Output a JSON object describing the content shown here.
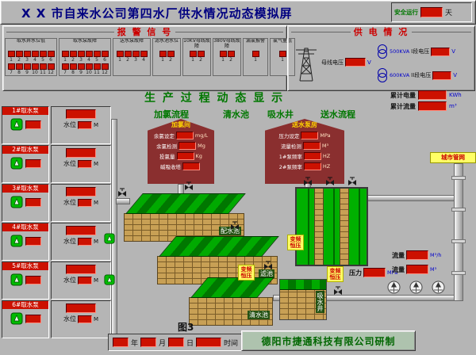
{
  "header": {
    "title": "X X 市自来水公司第四水厂供水情况动态模拟屏",
    "safety_label": "安全运行",
    "safety_value": "",
    "safety_unit": "天"
  },
  "alarm": {
    "title": "报 警 信 号",
    "groups": [
      {
        "label": "取水井水位低",
        "leds": [
          "1",
          "2",
          "3",
          "4",
          "5",
          "6",
          "7",
          "8",
          "9",
          "10",
          "11",
          "12"
        ]
      },
      {
        "label": "取水泵故障",
        "leds": [
          "1",
          "2",
          "3",
          "4",
          "5",
          "6",
          "7",
          "8",
          "9",
          "10",
          "11",
          "12"
        ]
      },
      {
        "label": "送水泵故障",
        "leds": [
          "1",
          "2",
          "3",
          "4"
        ]
      },
      {
        "label": "滤水池水位",
        "leds": [
          "1",
          "2"
        ]
      },
      {
        "label": "10KV母线故障",
        "leds": [
          "1",
          "2"
        ]
      },
      {
        "label": "380V母线故障",
        "leds": [
          "1",
          "2"
        ]
      },
      {
        "label": "漏氯报警",
        "leds": [
          "1"
        ]
      },
      {
        "label": "氯气量低",
        "leds": [
          "1"
        ]
      }
    ]
  },
  "power": {
    "title": "供 电 情 况",
    "bus_label": "母线电压",
    "bus_value": "",
    "bus_unit": "V",
    "branches": [
      {
        "kva": "500KVA",
        "label": "I段电压",
        "value": "",
        "unit": "V"
      },
      {
        "kva": "600KVA",
        "label": "II段电压",
        "value": "",
        "unit": "V"
      }
    ]
  },
  "totals": {
    "energy_label": "累计电量",
    "energy_value": "",
    "energy_unit": "KWh",
    "flow_label": "累计流量",
    "flow_value": "",
    "flow_unit": "m³"
  },
  "main": {
    "title": "生 产 过 程 动 态 显 示",
    "flow_labels": [
      "加氯流程",
      "清水池",
      "吸水井",
      "送水流程"
    ]
  },
  "wells": {
    "level_label": "水位",
    "level_unit": "M",
    "items": [
      {
        "label": "1#取水泵"
      },
      {
        "label": "2#取水泵"
      },
      {
        "label": "3#取水泵"
      },
      {
        "label": "4#取水泵"
      },
      {
        "label": "5#取水泵"
      },
      {
        "label": "6#取水泵"
      }
    ]
  },
  "chlorine_house": {
    "title": "加氯间",
    "rows": [
      {
        "label": "余氯设定",
        "value": "",
        "unit": "mg/L"
      },
      {
        "label": "余氯检测",
        "value": "",
        "unit": "Mg"
      },
      {
        "label": "投氯量",
        "value": "",
        "unit": "Kg"
      },
      {
        "label": "碱吸收塔",
        "value": "",
        "unit": ""
      }
    ]
  },
  "pump_house": {
    "title": "送水泵房",
    "rows": [
      {
        "label": "压力设定",
        "value": "",
        "unit": "MPa"
      },
      {
        "label": "流量检测",
        "value": "",
        "unit": "M³"
      },
      {
        "label": "1#泵频率",
        "value": "",
        "unit": "HZ"
      },
      {
        "label": "2#泵频率",
        "value": "",
        "unit": "HZ"
      }
    ]
  },
  "tanks": {
    "distribution": "配水池",
    "filter": "滤池",
    "clear": "清水池",
    "suction": "吸水井"
  },
  "network": {
    "label": "城市管网"
  },
  "vfd_tag": "变频恒压",
  "gauges": [
    {
      "label": "流量",
      "value": "",
      "unit": "M³/h"
    },
    {
      "label": "压力",
      "value": "",
      "unit": "MPa"
    },
    {
      "label": "流量",
      "value": "",
      "unit": "M³"
    }
  ],
  "footer": {
    "figure": "图3",
    "date_units": [
      "年",
      "月",
      "日"
    ],
    "time_label": "时间",
    "company": "德阳市捷通科技有限公司研制"
  }
}
